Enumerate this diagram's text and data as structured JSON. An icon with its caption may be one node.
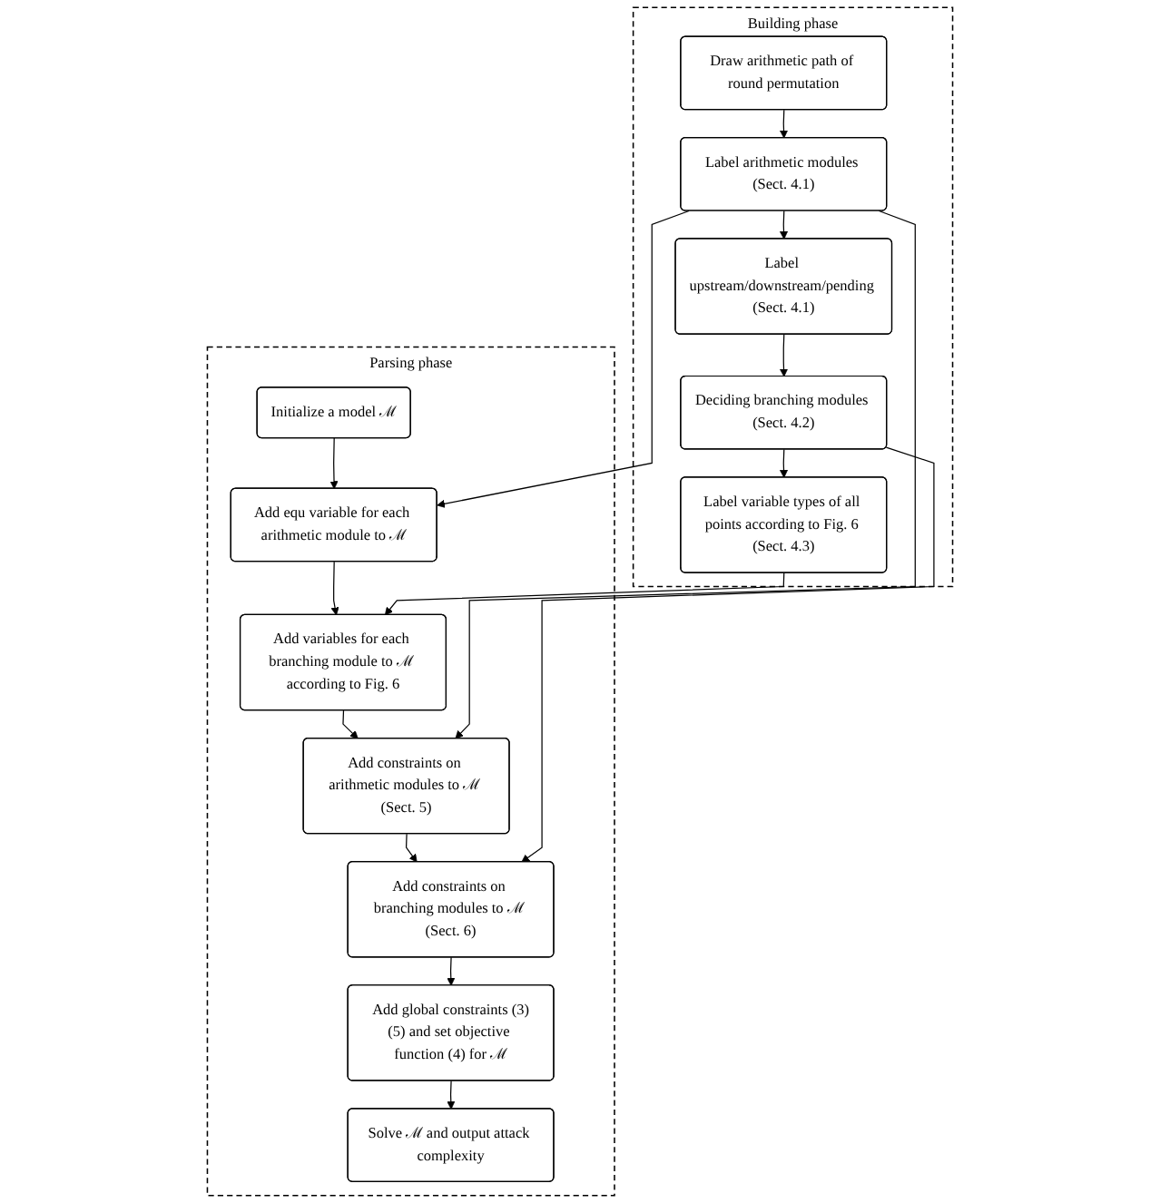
{
  "diagram": {
    "nodes": [
      {
        "text": [
          "Parsing phase"
        ]
      },
      {
        "text": [
          "Initialize a model ℳ"
        ],
        "in": 0
      },
      {
        "text": [
          "Add equ variable for each arithmetic module to ℳ"
        ],
        "in": 0
      },
      {
        "text": [
          "Add variables for each branching module to ℳ according to Fig. 6"
        ],
        "in": 0
      },
      {
        "text": [
          "Add constraints on arithmetic modules to ℳ (Sect. 5)"
        ],
        "in": 0
      },
      {
        "text": [
          "Add constraints on branching modules to ℳ (Sect. 6)"
        ],
        "in": 0
      },
      {
        "text": [
          "Add global constraints (3)(5) and set objective function (4) for ℳ"
        ],
        "in": 0
      },
      {
        "text": [
          "Solve ℳ and output attack complexity"
        ],
        "in": 0
      },
      {
        "text": [
          "Building phase"
        ]
      },
      {
        "text": [
          "Draw arithmetic path of round permutation"
        ],
        "in": 8
      },
      {
        "text": [
          "Label arithmetic modules (Sect. 4.1)"
        ],
        "in": 8
      },
      {
        "text": [
          "Label upstream/downstream/pending (Sect. 4.1)"
        ],
        "in": 8
      },
      {
        "text": [
          "Deciding branching modules (Sect. 4.2)"
        ],
        "in": 8
      },
      {
        "text": [
          "Label variable types of all points according to Fig. 6 (Sect. 4.3)"
        ],
        "in": 8
      }
    ],
    "edges": [
      {
        "from": 1,
        "to": 2,
        "arrow": "to"
      },
      {
        "from": 2,
        "to": 3,
        "arrow": "to"
      },
      {
        "from": 3,
        "to": 4,
        "arrow": "to"
      },
      {
        "from": 4,
        "to": 5,
        "arrow": "to"
      },
      {
        "from": 5,
        "to": 6,
        "arrow": "to"
      },
      {
        "from": 6,
        "to": 7,
        "arrow": "to"
      },
      {
        "from": 9,
        "to": 10,
        "arrow": "to"
      },
      {
        "from": 10,
        "to": 11,
        "arrow": "to"
      },
      {
        "from": 11,
        "to": 12,
        "arrow": "to"
      },
      {
        "from": 12,
        "to": 13,
        "arrow": "to"
      },
      {
        "from": 10,
        "to": 2,
        "arrow": "to"
      },
      {
        "from": 10,
        "to": 4,
        "arrow": "to"
      },
      {
        "from": 12,
        "to": 5,
        "arrow": "to"
      },
      {
        "from": 13,
        "to": 3,
        "arrow": "to"
      }
    ]
  }
}
